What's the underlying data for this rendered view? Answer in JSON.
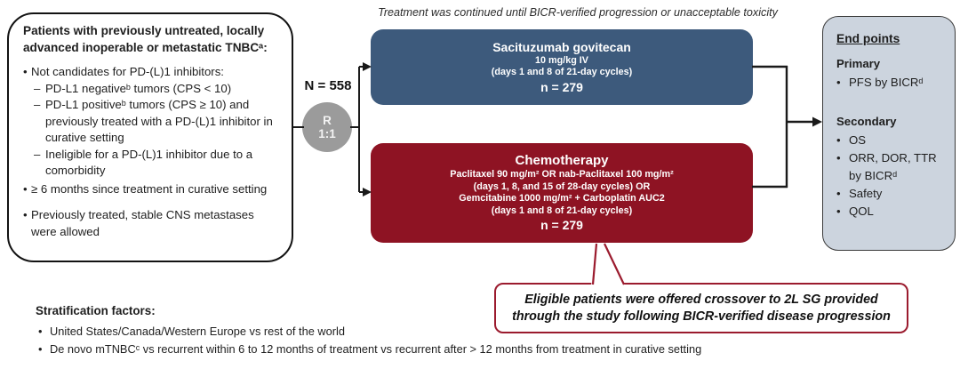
{
  "markers": {
    "bullet": "•",
    "dash": "–"
  },
  "top_note": "Treatment was continued until BICR-verified progression or unacceptable toxicity",
  "eligibility_box": {
    "title": "Patients with previously untreated, locally advanced inoperable or metastatic TNBCᵃ:",
    "bullet1": "Not candidates for PD-(L)1 inhibitors:",
    "sub1": "PD-L1 negativeᵇ tumors (CPS < 10)",
    "sub2": "PD-L1 positiveᵇ tumors (CPS ≥ 10) and previously treated with a PD-(L)1 inhibitor in curative setting",
    "sub3": "Ineligible for a PD-(L)1 inhibitor due to a comorbidity",
    "bullet2": "≥ 6 months since treatment in curative setting",
    "bullet3": "Previously treated, stable CNS metastases were allowed"
  },
  "randomization": {
    "n_label": "N = 558",
    "r_label": "R",
    "ratio_label": "1:1"
  },
  "sg_arm": {
    "title": "Sacituzumab govitecan",
    "dose": "10 mg/kg IV",
    "schedule": "(days 1 and 8 of 21-day cycles)",
    "n_label": "n = 279"
  },
  "chemo_arm": {
    "title": "Chemotherapy",
    "line1": "Paclitaxel 90 mg/m² OR nab-Paclitaxel 100 mg/m²",
    "line2": "(days 1, 8, and 15 of 28-day cycles) OR",
    "line3": "Gemcitabine 1000 mg/m² + Carboplatin AUC2",
    "line4": "(days 1 and 8 of 21-day cycles)",
    "n_label": "n = 279"
  },
  "endpoints_box": {
    "title": "End points",
    "primary_label": "Primary",
    "primary_item": "PFS by BICRᵈ",
    "secondary_label": "Secondary",
    "secondary_items": [
      "OS",
      "ORR, DOR, TTR by BICRᵈ",
      "Safety",
      "QOL"
    ]
  },
  "crossover_note": "Eligible patients were offered crossover to 2L SG provided through the study following BICR-verified disease progression",
  "stratification": {
    "title": "Stratification factors:",
    "items": [
      "United States/Canada/Western Europe vs rest of the world",
      "De novo mTNBCᶜ vs recurrent within 6 to 12 months of treatment vs recurrent after > 12 months from treatment in curative setting"
    ]
  },
  "colors": {
    "sg_blue": "#3d5a7c",
    "chemo_red": "#8e1323",
    "randomization_gray": "#9b9b9b",
    "endpoints_fill": "#ccd4de",
    "callout_border": "#9b1b2e",
    "line_black": "#1a1a1a"
  }
}
